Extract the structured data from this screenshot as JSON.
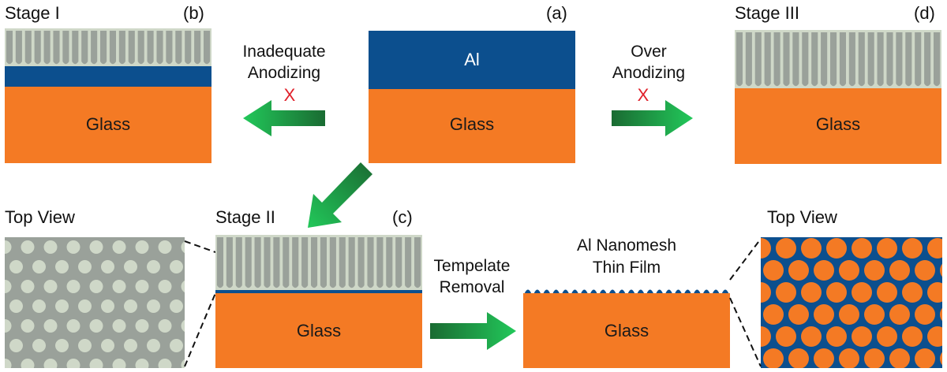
{
  "colors": {
    "glass": "#f47a24",
    "aluminum": "#0c4f8e",
    "alumina": "#cfd8c8",
    "pore": "#9aa19a",
    "arrow_dark": "#1a6b32",
    "arrow_light": "#22c85a",
    "x_mark": "#e0202a"
  },
  "panel_a": {
    "tag": "(a)",
    "layer_top": "Al",
    "layer_bottom": "Glass"
  },
  "panel_b": {
    "stage": "Stage I",
    "tag": "(b)",
    "layer_bottom": "Glass"
  },
  "panel_c": {
    "stage": "Stage II",
    "tag": "(c)",
    "layer_bottom": "Glass"
  },
  "panel_d": {
    "stage": "Stage III",
    "tag": "(d)",
    "layer_bottom": "Glass"
  },
  "panel_film": {
    "title_line1": "Al Nanomesh",
    "title_line2": "Thin Film",
    "layer_bottom": "Glass"
  },
  "arrows": {
    "left": {
      "line1": "Inadequate",
      "line2": "Anodizing",
      "mark": "X"
    },
    "right": {
      "line1": "Over",
      "line2": "Anodizing",
      "mark": "X"
    },
    "bottom": {
      "line1": "Tempelate",
      "line2": "Removal"
    }
  },
  "top_view_left": {
    "title": "Top View",
    "icon": "porous-alumina-top-view"
  },
  "top_view_right": {
    "title": "Top View",
    "icon": "al-nanomesh-top-view"
  }
}
